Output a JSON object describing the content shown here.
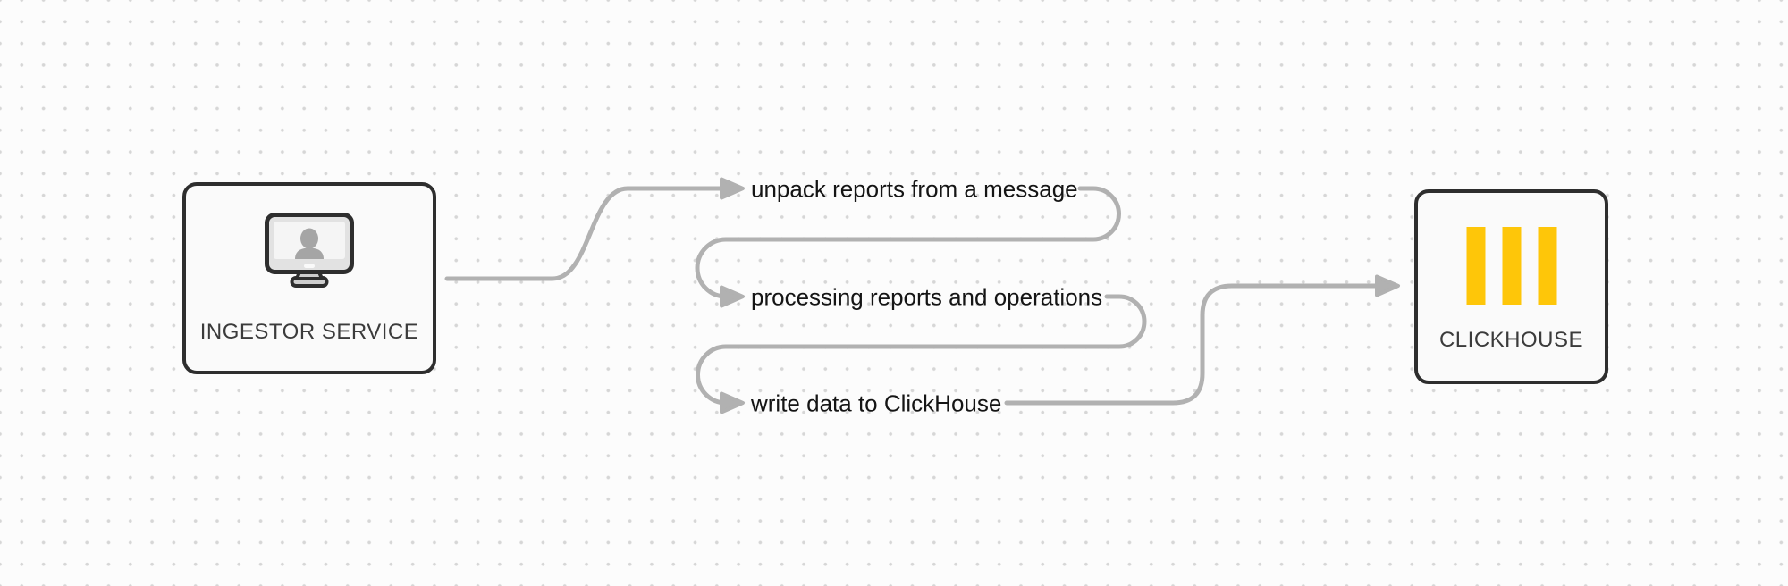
{
  "diagram": {
    "nodes": {
      "ingestor": {
        "label": "INGESTOR SERVICE",
        "icon": "workstation-user-icon"
      },
      "clickhouse": {
        "label": "CLICKHOUSE",
        "icon": "clickhouse-logo-icon"
      }
    },
    "steps": [
      {
        "label": "unpack reports from a message"
      },
      {
        "label": "processing reports and operations"
      },
      {
        "label": "write data to ClickHouse"
      }
    ],
    "flow": "ingestor-service -> unpack reports from a message -> processing reports and operations -> write data to ClickHouse -> clickhouse",
    "colors": {
      "connector": "#b1b1b1",
      "node_border": "#2e2e2e",
      "node_fill": "#fafafa",
      "node_label_text": "#3b3b3b",
      "step_text": "#151515",
      "clickhouse_yellow": "#fec609",
      "background": "#fcfcfc",
      "background_dots": "#d6d6d6"
    }
  }
}
